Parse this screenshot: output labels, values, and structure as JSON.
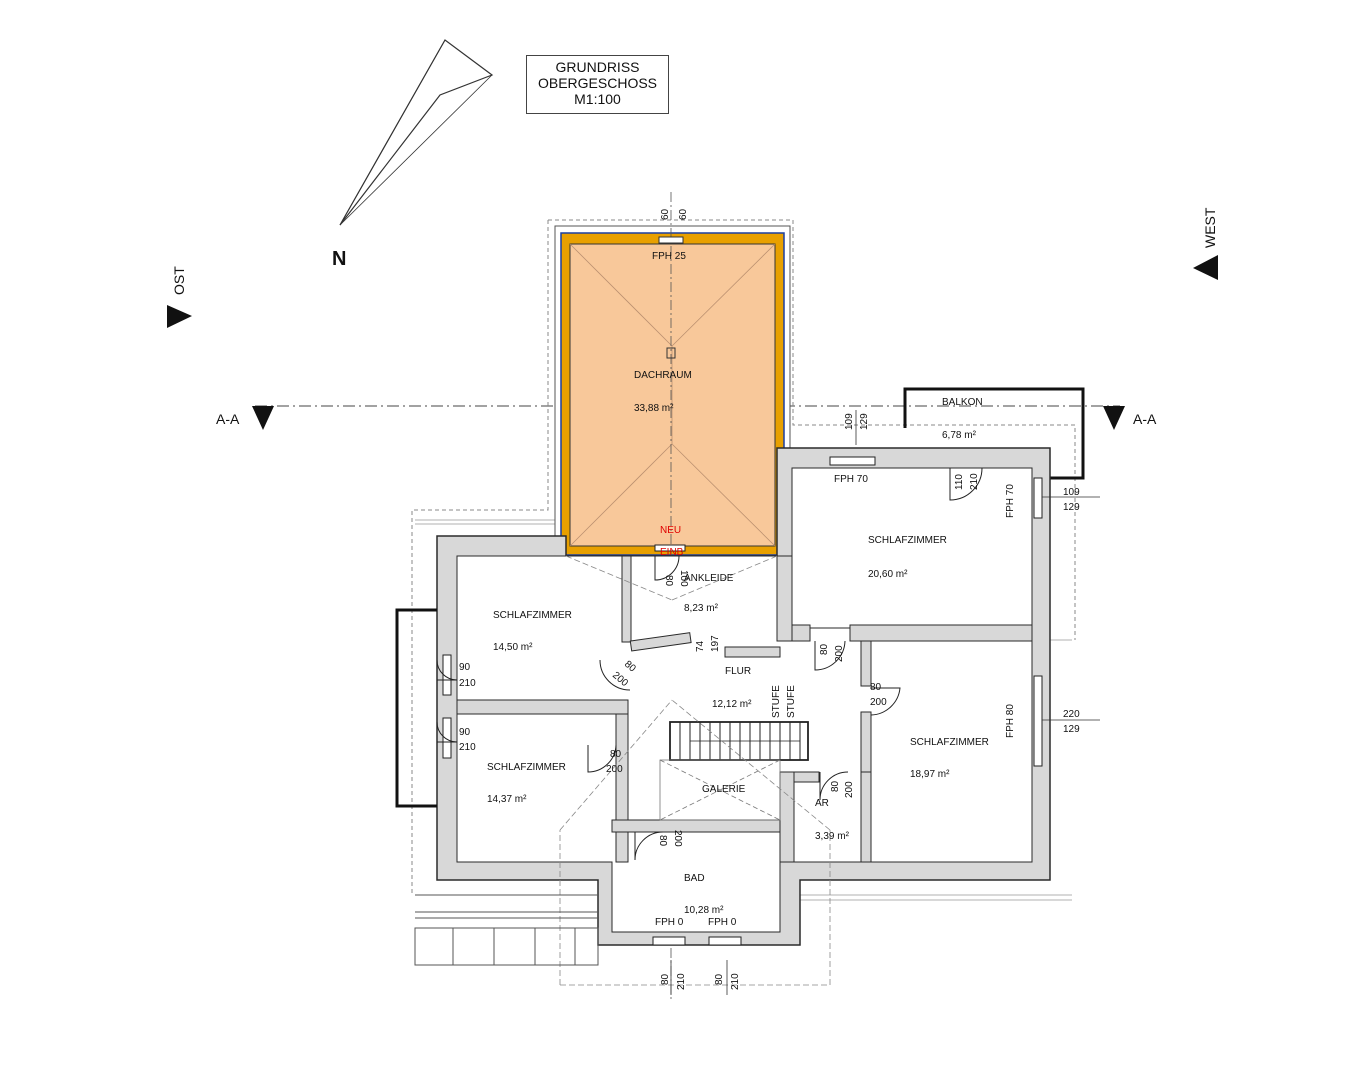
{
  "title": {
    "line1": "GRUNDRISS",
    "line2": "OBERGESCHOSS",
    "line3": "M1:100"
  },
  "orientation": {
    "north": "N",
    "east": "OST",
    "west": "WEST",
    "section_left": "A-A",
    "section_right": "A-A"
  },
  "rooms": {
    "dachraum": {
      "name": "DACHRAUM",
      "area": "33,88 m²"
    },
    "balkon": {
      "name": "BALKON",
      "area": "6,78 m²"
    },
    "schlafzimmer_ne": {
      "name": "SCHLAFZIMMER",
      "area": "20,60 m²"
    },
    "ankleide": {
      "name": "ANKLEIDE",
      "area": "8,23 m²"
    },
    "schlafzimmer_w1": {
      "name": "SCHLAFZIMMER",
      "area": "14,50 m²"
    },
    "flur": {
      "name": "FLUR",
      "area": "12,12 m²"
    },
    "schlafzimmer_se": {
      "name": "SCHLAFZIMMER",
      "area": "18,97 m²"
    },
    "schlafzimmer_w2": {
      "name": "SCHLAFZIMMER",
      "area": "14,37 m²"
    },
    "galerie": {
      "name": "GALERIE"
    },
    "ar": {
      "name": "AR",
      "area": "3,39 m²"
    },
    "bad": {
      "name": "BAD",
      "area": "10,28 m²"
    }
  },
  "labels": {
    "fph25": "FPH 25",
    "fph70_top": "FPH 70",
    "fph70_side": "FPH 70",
    "fph80_side": "FPH 80",
    "fph0_a": "FPH 0",
    "fph0_b": "FPH 0",
    "neu": "NEU",
    "einbau": "EINB",
    "stufe1": "STUFE",
    "stufe2": "STUFE"
  },
  "dimensions": {
    "top_a": "60",
    "top_b": "60",
    "balc_a": "109",
    "balc_b": "129",
    "door_ne_a": "110",
    "door_ne_b": "210",
    "win_ne_a": "109",
    "win_ne_b": "129",
    "ank_a": "80",
    "ank_b": "100",
    "ank2_a": "74",
    "ank2_b": "197",
    "w1_door_a": "80",
    "w1_door_b": "200",
    "w1_win_a": "90",
    "w1_win_b": "210",
    "w2_win_a": "90",
    "w2_win_b": "210",
    "w2_door_a": "80",
    "w2_door_b": "200",
    "ne_door_a": "80",
    "ne_door_b": "200",
    "se_door_a": "80",
    "se_door_b": "200",
    "se_win_a": "220",
    "se_win_b": "129",
    "ar_door_a": "80",
    "ar_door_b": "200",
    "bad_door_a": "80",
    "bad_door_b": "200",
    "bot1_a": "80",
    "bot1_b": "210",
    "bot2_a": "80",
    "bot2_b": "210"
  },
  "colors": {
    "dachraum_fill": "#f8c89a",
    "insulation": "#e8a000",
    "wall": "#d8d8d8",
    "wall_edge": "#2a2a2a",
    "new_text": "#e00000"
  }
}
